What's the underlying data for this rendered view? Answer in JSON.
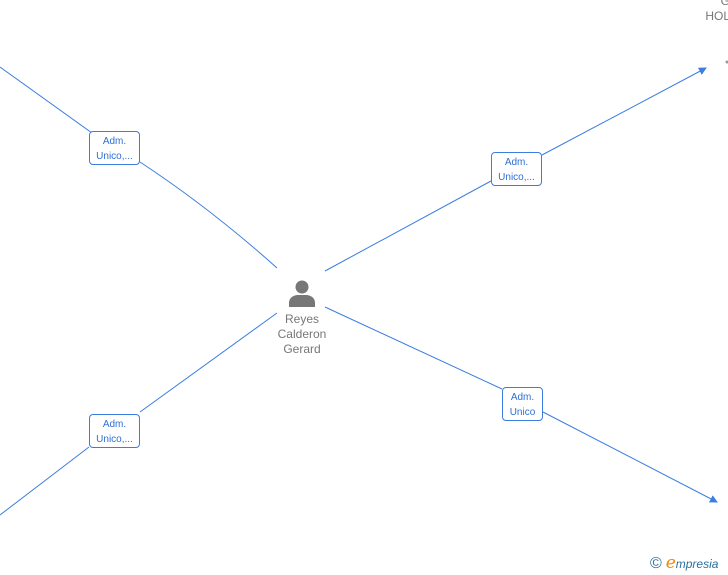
{
  "center_node": {
    "name_lines": [
      "Reyes",
      "Calderon",
      "Gerard"
    ],
    "icon": "person-icon"
  },
  "partial_node": {
    "lines": [
      "G",
      "HOL"
    ]
  },
  "edges": [
    {
      "label_lines": [
        "Adm.",
        "Unico,..."
      ]
    },
    {
      "label_lines": [
        "Adm.",
        "Unico,..."
      ]
    },
    {
      "label_lines": [
        "Adm.",
        "Unico,..."
      ]
    },
    {
      "label_lines": [
        "Adm.",
        "Unico"
      ]
    }
  ],
  "footer": {
    "copyright": "©",
    "brand_initial": "e",
    "brand_rest": "mpresia"
  },
  "colors": {
    "edge": "#3b7de0",
    "node_text": "#777777",
    "brand": "#f08a00"
  }
}
